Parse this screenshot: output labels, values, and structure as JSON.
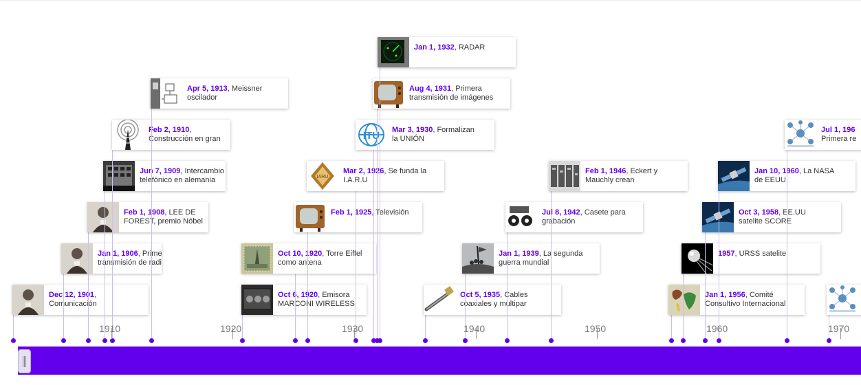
{
  "timeline": {
    "events": [
      {
        "date": "Dec 12, 1901",
        "text": ",\nComunicación",
        "icon": "portrait-photo-icon"
      },
      {
        "date": "Jan 1, 1906",
        "text": ", Primera\ntransmisión de radio por",
        "icon": "portrait-photo-icon"
      },
      {
        "date": "Feb 1, 1908",
        "text": ", LEE DE\nFOREST, premio Nóbel",
        "icon": "portrait-photo-icon"
      },
      {
        "date": "Jun 7, 1909",
        "text": ", Intercambio\ntelefónico en alemania",
        "icon": "telephone-exchange-icon"
      },
      {
        "date": "Feb 2, 1910",
        "text": ",\nConstrucción en gran",
        "icon": "radio-tower-icon"
      },
      {
        "date": "Apr 5, 1913",
        "text": ", Meissner\noscilador",
        "icon": "circuit-diagram-icon"
      },
      {
        "date": "Oct 6, 1920",
        "text": ", Emisora\nMARCONI WIRELESS",
        "icon": "radio-set-icon"
      },
      {
        "date": "Oct 10, 1920",
        "text": ", Torre Eiffel\ncomo antena",
        "icon": "postage-stamp-icon"
      },
      {
        "date": "Feb 1, 1925",
        "text": ", Televisión",
        "icon": "television-icon"
      },
      {
        "date": "Mar 2, 1926",
        "text": ", Se funda la\nI.A.R.U",
        "icon": "iaru-logo-icon"
      },
      {
        "date": "Mar 3, 1930",
        "text": ", Formalizan\nla UNIÓN",
        "icon": "itu-logo-icon"
      },
      {
        "date": "Aug 4, 1931",
        "text": ", Primera\ntransmisión de imágenes",
        "icon": "television-icon"
      },
      {
        "date": "Jan 1, 1932",
        "text": ", RADAR",
        "icon": "radar-screen-icon"
      },
      {
        "date": "Oct 5, 1935",
        "text": ", Cables\ncoaxiales y multipar",
        "icon": "coaxial-cable-icon"
      },
      {
        "date": "Jan 1, 1939",
        "text": ", La segunda\nguerra mundial",
        "icon": "war-photo-icon"
      },
      {
        "date": "Jul 8, 1942",
        "text": ", Casete para\ngrabación",
        "icon": "tape-reels-icon"
      },
      {
        "date": "Feb 1, 1946",
        "text": ", Eckert y\nMauchly crean",
        "icon": "computer-room-icon"
      },
      {
        "date": "Jan 1, 1956",
        "text": ", Comité\nConsultivo Internacional",
        "icon": "world-map-icon"
      },
      {
        "date": "1957",
        "text": ", URSS satelite",
        "icon": "sputnik-icon"
      },
      {
        "date": "Oct 3, 1958",
        "text": ", EE.UU\nsatelite SCORE",
        "icon": "satellite-icon"
      },
      {
        "date": "Jan 10, 1960",
        "text": ", La NASA\nde EEUU",
        "icon": "satellite-icon"
      },
      {
        "date": "Jul 1, 196",
        "text": "\nPrimera re",
        "icon": "network-diagram-icon"
      },
      {
        "date": "",
        "text": "",
        "icon": "network-diagram-icon"
      }
    ],
    "axis_years": [
      "1910",
      "1920",
      "1930",
      "1940",
      "1950",
      "1960",
      "1970"
    ]
  },
  "colors": {
    "accent": "#6200ee",
    "connector": "#cdbef2",
    "card_bg": "#ffffff",
    "handle": "#e4e1f3"
  }
}
